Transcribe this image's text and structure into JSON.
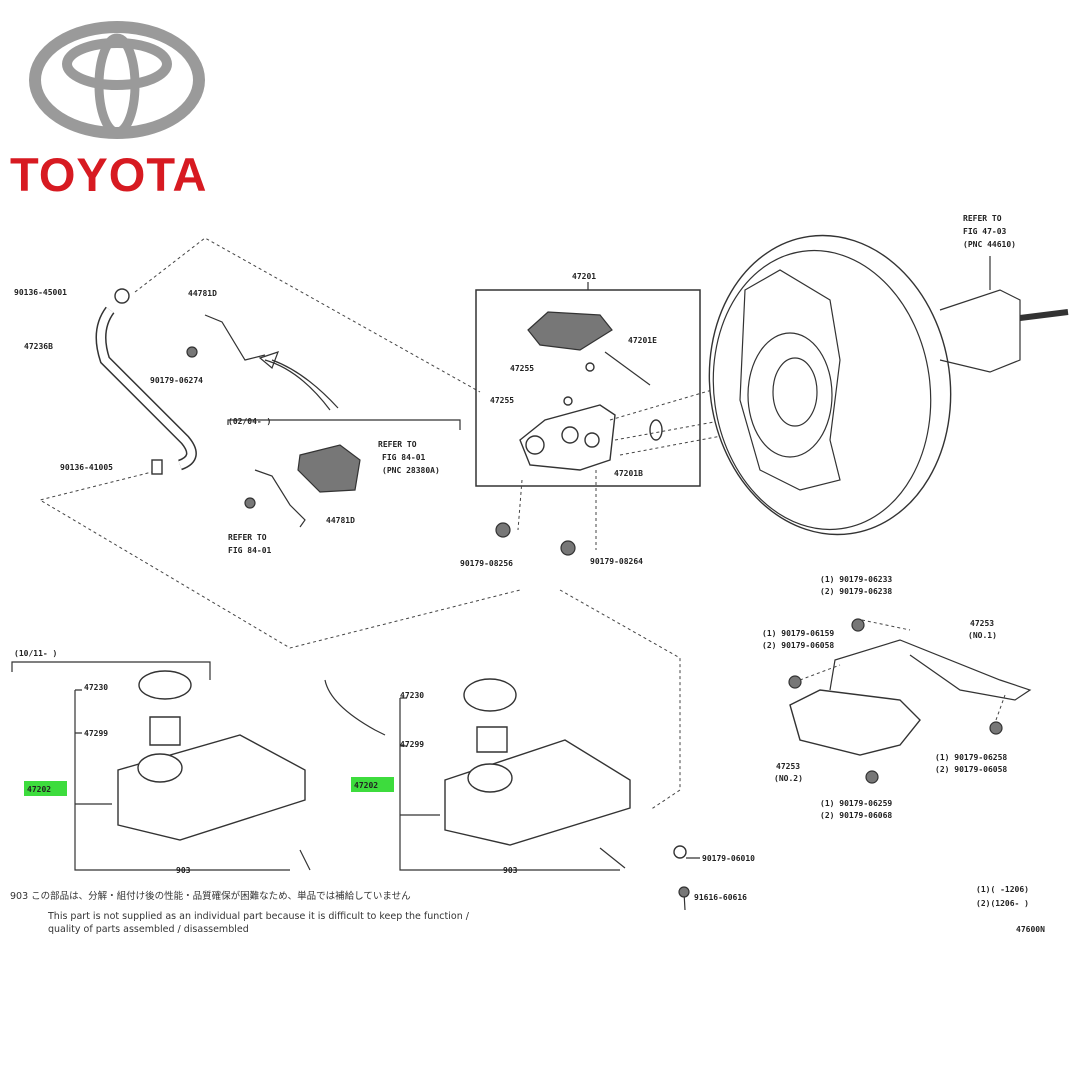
{
  "brand": {
    "name": "TOYOTA",
    "logo": "toyota-ellipses-logo"
  },
  "hose_group": {
    "clamp_top": "90136-45001",
    "hose": "47236B",
    "clamp_bottom": "90136-41005",
    "bracket_upper": "44781D",
    "bolt_upper": "90179-06274",
    "date_range": "(02/04- )",
    "refer_module": [
      "REFER TO",
      "FIG 84-01",
      "(PNC 28380A)"
    ],
    "bracket_lower": "44781D",
    "refer_lower": [
      "REFER TO",
      "FIG 84-01"
    ]
  },
  "master_cylinder": {
    "assembly": "47201",
    "pin": "47201E",
    "grommet_1": "47255",
    "grommet_2": "47255",
    "seal": "47201B",
    "nut_left": "90179-08256",
    "nut_right": "90179-08264"
  },
  "booster": {
    "refer": [
      "REFER TO",
      "FIG 47-03",
      "(PNC 44610)"
    ]
  },
  "bracket_group": {
    "nut_top": [
      "(1) 90179-06233",
      "(2) 90179-06238"
    ],
    "nut_left": [
      "(1) 90179-06159",
      "(2) 90179-06058"
    ],
    "bracket_no1": [
      "47253",
      "(NO.1)"
    ],
    "bracket_no2": [
      "47253",
      "(NO.2)"
    ],
    "nut_right": [
      "(1) 90179-06258",
      "(2) 90179-06058"
    ],
    "nut_bottom": [
      "(1) 90179-06259",
      "(2) 90179-06068"
    ]
  },
  "reservoir_left": {
    "date_range": "(10/11- )",
    "cap": "47230",
    "strainer": "47299",
    "reservoir": "47202",
    "sub": "903"
  },
  "reservoir_right": {
    "cap": "47230",
    "strainer": "47299",
    "reservoir": "47202",
    "sub": "903",
    "grommet": "90179-06010",
    "bolt": "91616-60616"
  },
  "notes": {
    "jp": "903 この部品は、分解・組付け後の性能・品質確保が困難なため、単品では補給していません",
    "en_1": "This part is not supplied as an individual part because it is difficult to keep the function /",
    "en_2": "quality of parts assembled / disassembled"
  },
  "legend": {
    "line1": "(1)(       -1206)",
    "line2": "(2)(1206-       )",
    "diagram_id": "47600N"
  },
  "colors": {
    "brand_red": "#d71a21",
    "highlight": "#3ddc3d"
  }
}
